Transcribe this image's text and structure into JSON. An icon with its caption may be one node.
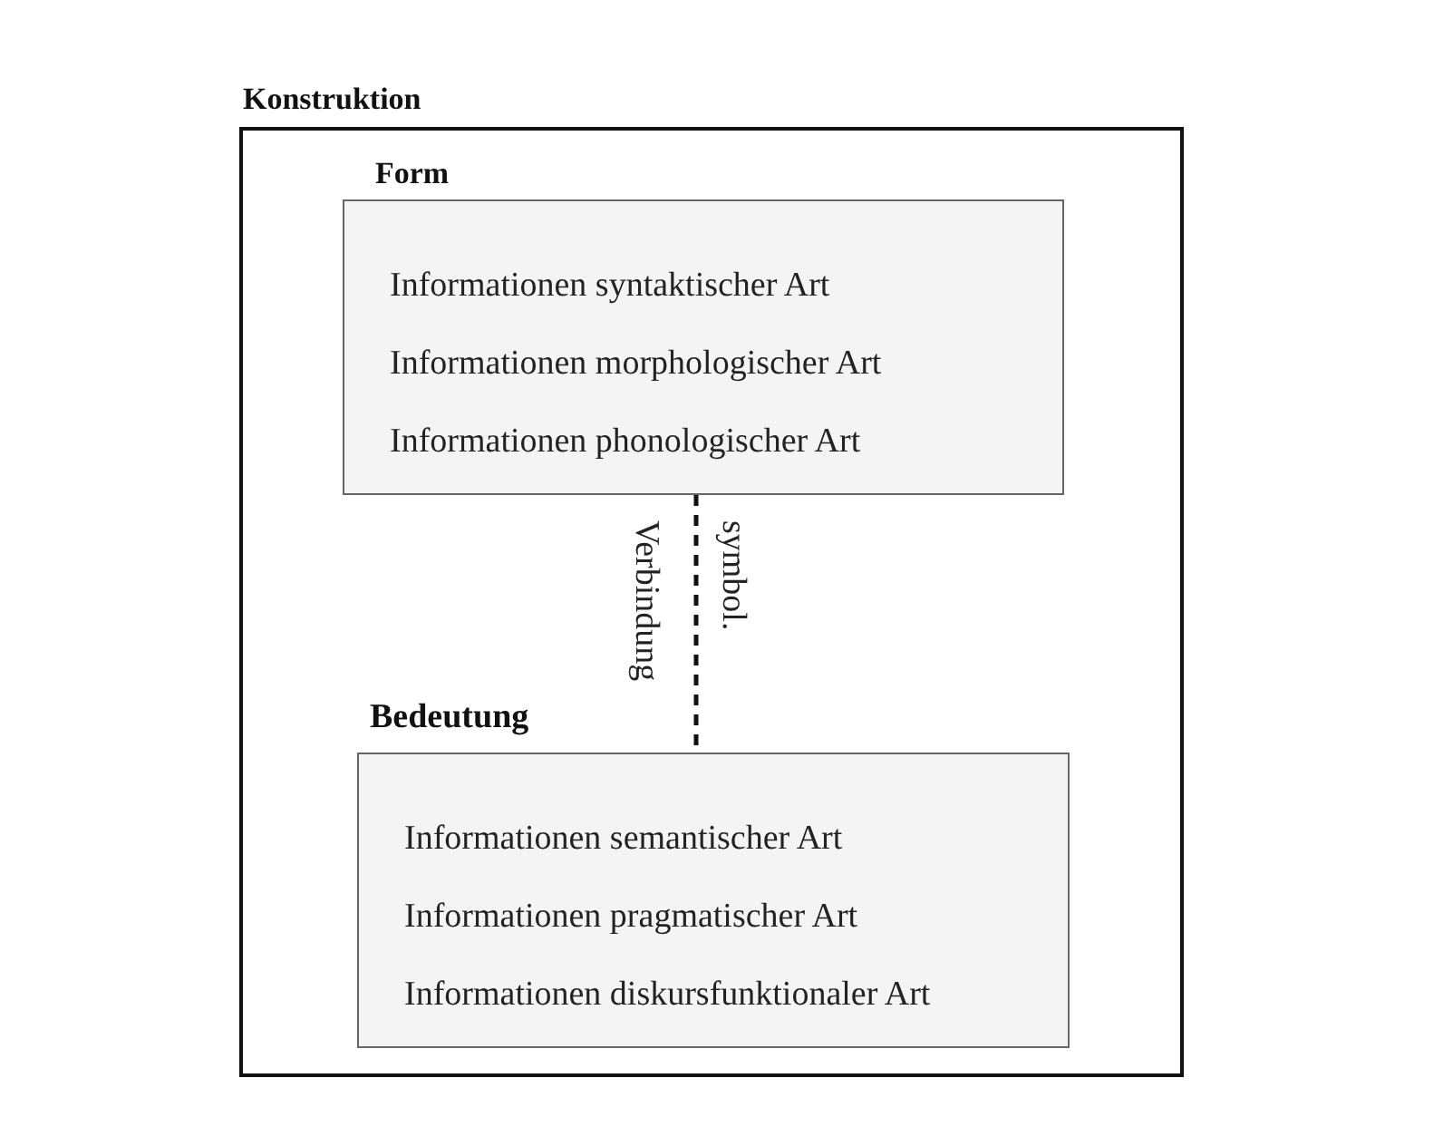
{
  "diagram": {
    "nodes": [
      {
        "text": [
          "Konstruktion"
        ]
      },
      {
        "text": [
          "Form",
          "Informationen syntaktischer Art",
          "Informationen morphologischer Art",
          "Informationen phonologischer Art"
        ],
        "in": 0
      },
      {
        "text": [
          "Bedeutung",
          "Informationen semantischer Art",
          "Informationen pragmatischer Art",
          "Informationen diskursfunktionaler Art"
        ],
        "in": 0
      }
    ],
    "edges": [
      {
        "from": 1,
        "to": 2,
        "arrow": "none",
        "style": "dashed",
        "label": "symbol. Verbindung"
      }
    ]
  }
}
